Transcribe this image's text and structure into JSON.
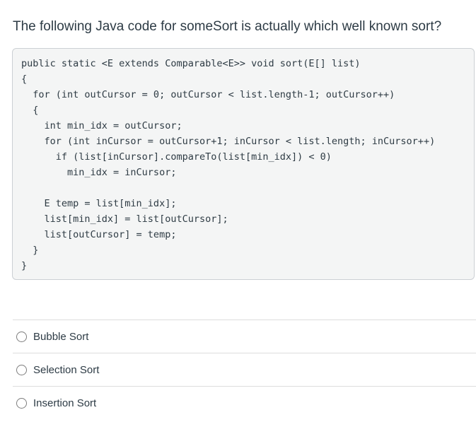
{
  "question": {
    "title": "The following Java code for someSort is actually which well known sort?",
    "code_lines": [
      "public static <E extends Comparable<E>> void sort(E[] list)",
      "{",
      "  for (int outCursor = 0; outCursor < list.length-1; outCursor++)",
      "  {",
      "    int min_idx = outCursor;",
      "    for (int inCursor = outCursor+1; inCursor < list.length; inCursor++)",
      "      if (list[inCursor].compareTo(list[min_idx]) < 0)",
      "        min_idx = inCursor;",
      "",
      "    E temp = list[min_idx];",
      "    list[min_idx] = list[outCursor];",
      "    list[outCursor] = temp;",
      "  }",
      "}"
    ]
  },
  "answers": [
    {
      "label": "Bubble Sort",
      "selected": false
    },
    {
      "label": "Selection Sort",
      "selected": false
    },
    {
      "label": "Insertion Sort",
      "selected": false
    }
  ],
  "colors": {
    "text": "#2D3B45",
    "code_background": "#f4f5f5",
    "code_border": "#ccd0d4",
    "divider": "#dddddd",
    "radio_border": "#7d7d7d"
  }
}
